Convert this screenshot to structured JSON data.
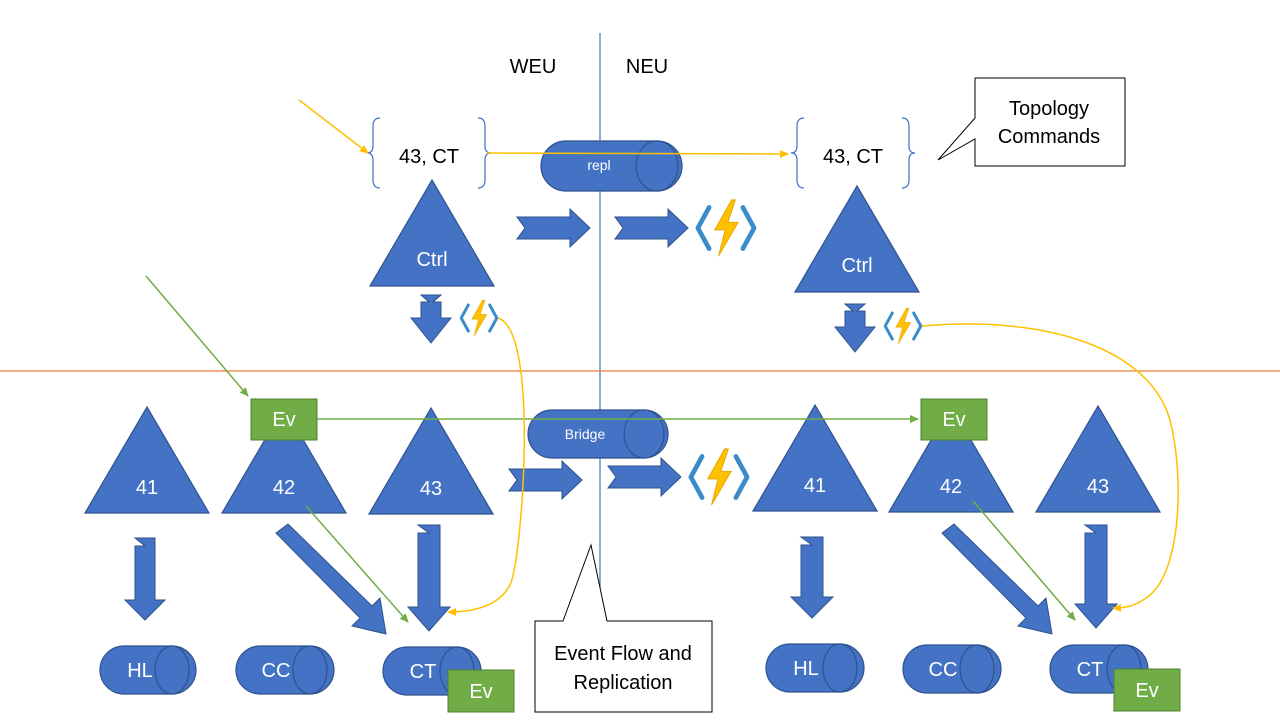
{
  "regions": {
    "left": "WEU",
    "right": "NEU"
  },
  "callouts": {
    "topology": {
      "line1": "Topology",
      "line2": "Commands"
    },
    "event_flow": {
      "line1": "Event Flow and",
      "line2": "Replication"
    }
  },
  "top_left": {
    "bracket_text": "43, CT",
    "controller": "Ctrl"
  },
  "top_right": {
    "bracket_text": "43, CT",
    "controller": "Ctrl"
  },
  "top_center": {
    "queue": "repl"
  },
  "bottom_center": {
    "queue": "Bridge"
  },
  "left_cluster": {
    "nodes": [
      "41",
      "42",
      "43"
    ],
    "stores": [
      "HL",
      "CC",
      "CT"
    ],
    "event_badge": "Ev",
    "store_badge": "Ev"
  },
  "right_cluster": {
    "nodes": [
      "41",
      "42",
      "43"
    ],
    "stores": [
      "HL",
      "CC",
      "CT"
    ],
    "event_badge": "Ev",
    "store_badge": "Ev"
  },
  "colors": {
    "shape_blue": "#4472C4",
    "shape_stroke": "#2F528F",
    "event_green": "#70AD47",
    "flow_yellow": "#FFC000",
    "divider_orange": "#ED7D31",
    "divider_blue": "#4472C4",
    "bolt_yellow": "#FFC000",
    "bolt_bracket": "#3B8BC9"
  },
  "icons": [
    "function-bolt-icon"
  ]
}
